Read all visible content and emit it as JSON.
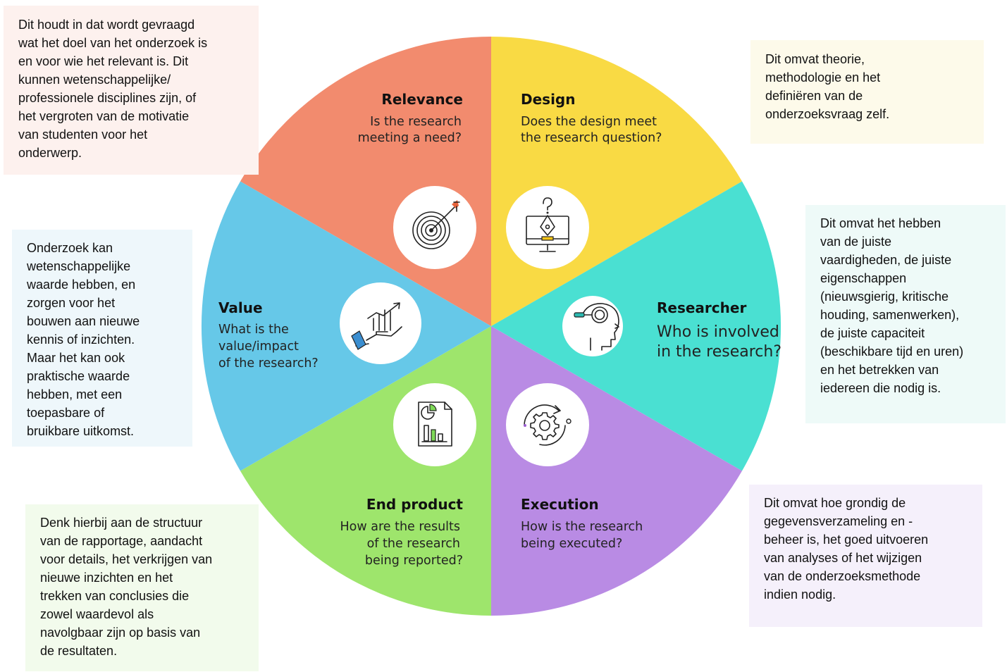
{
  "colors": {
    "relevance": "#F28B6E",
    "design": "#F9DA44",
    "researcher": "#4AE0D2",
    "execution": "#B98BE4",
    "end_product": "#9EE56C",
    "value": "#66C8E8"
  },
  "segments": {
    "relevance": {
      "title": "Relevance",
      "question": [
        "Is the research",
        "meeting a need?"
      ],
      "icon": "target-icon"
    },
    "design": {
      "title": "Design",
      "question": [
        "Does the design meet",
        "the research question?"
      ],
      "icon": "monitor-pen-icon"
    },
    "researcher": {
      "title": "Researcher",
      "question": [
        "Who is involved",
        "in the research?"
      ],
      "icon": "head-magnifier-icon"
    },
    "execution": {
      "title": "Execution",
      "question": [
        "How is the research",
        "being executed?"
      ],
      "icon": "gear-cycle-icon"
    },
    "end_product": {
      "title": "End product",
      "question": [
        "How are the results",
        "of the research",
        "being reported?"
      ],
      "icon": "report-chart-icon"
    },
    "value": {
      "title": "Value",
      "question": [
        "What is the",
        "value/impact",
        "of the research?"
      ],
      "icon": "hand-growth-icon"
    }
  },
  "notes": {
    "relevance": [
      "Dit houdt in dat wordt gevraagd",
      "wat het doel van het onderzoek is",
      "en voor wie het relevant is. Dit",
      "kunnen wetenschappelijke/",
      "professionele disciplines zijn, of",
      "het vergroten van de motivatie",
      "van studenten voor het",
      "onderwerp."
    ],
    "design": [
      "Dit omvat theorie,",
      "methodologie en het",
      "definiëren van de",
      "onderzoeksvraag zelf."
    ],
    "researcher": [
      "Dit omvat het hebben",
      "van de juiste",
      "vaardigheden, de juiste",
      "eigenschappen",
      "(nieuwsgierig, kritische",
      "houding, samenwerken),",
      "de juiste capaciteit",
      "(beschikbare tijd en uren)",
      "en het betrekken van",
      "iedereen die nodig is."
    ],
    "value": [
      "Onderzoek kan",
      "wetenschappelijke",
      "waarde hebben, en",
      "zorgen voor het",
      "bouwen aan nieuwe",
      "kennis of inzichten.",
      "Maar het kan ook",
      "praktische waarde",
      "hebben, met een",
      "toepasbare of",
      "bruikbare uitkomst."
    ],
    "end_product": [
      "Denk hierbij aan de structuur",
      "van de rapportage, aandacht",
      "voor details, het verkrijgen van",
      "nieuwe inzichten en het",
      "trekken van conclusies die",
      "zowel waardevol als",
      "navolgbaar zijn op basis van",
      "de resultaten."
    ],
    "execution": [
      "Dit omvat hoe grondig de",
      "gegevensverzameling en -",
      "beheer is, het goed uitvoeren",
      "van analyses of het wijzigen",
      "van de onderzoeksmethode",
      "indien nodig."
    ]
  },
  "note_colors": {
    "relevance": "#FDF1EE",
    "design": "#FDFAEA",
    "researcher": "#EEFAF8",
    "value": "#EEF7FB",
    "end_product": "#F2FBEC",
    "execution": "#F5F0FB"
  }
}
